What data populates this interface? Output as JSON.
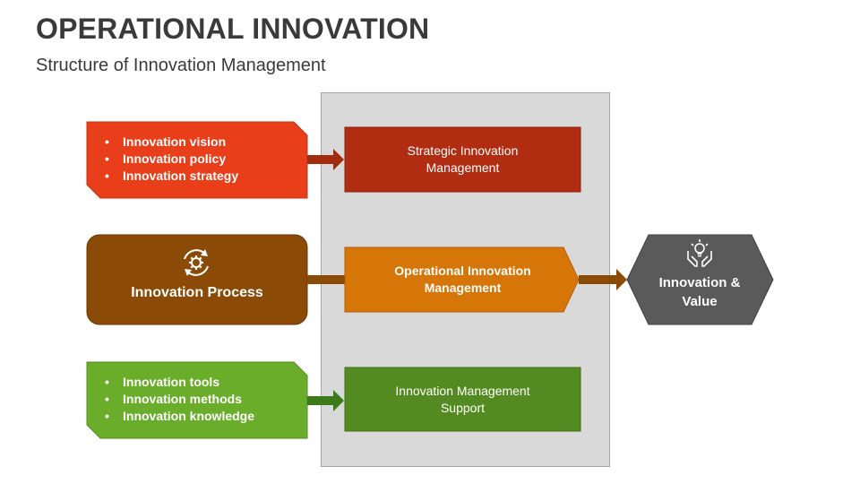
{
  "header": {
    "title": "OPERATIONAL INNOVATION",
    "subtitle": "Structure of Innovation Management"
  },
  "left": {
    "top_list": [
      "Innovation vision",
      "Innovation policy",
      "Innovation strategy"
    ],
    "process_label": "Innovation Process",
    "process_icon": "gear-cycle-icon",
    "bottom_list": [
      "Innovation tools",
      "Innovation methods",
      "Innovation knowledge"
    ]
  },
  "center": {
    "strategic": "Strategic Innovation Management",
    "operational": "Operational Innovation Management",
    "support": "Innovation Management Support"
  },
  "right": {
    "value_label": "Innovation & Value",
    "value_icon": "lightbulb-hands-icon"
  },
  "colors": {
    "red": "#e83e1a",
    "dark_red": "#b12d12",
    "brown": "#8b4a05",
    "orange": "#d67508",
    "green": "#6aad2a",
    "dark_green": "#548a22",
    "gray": "#5a5a5a"
  }
}
